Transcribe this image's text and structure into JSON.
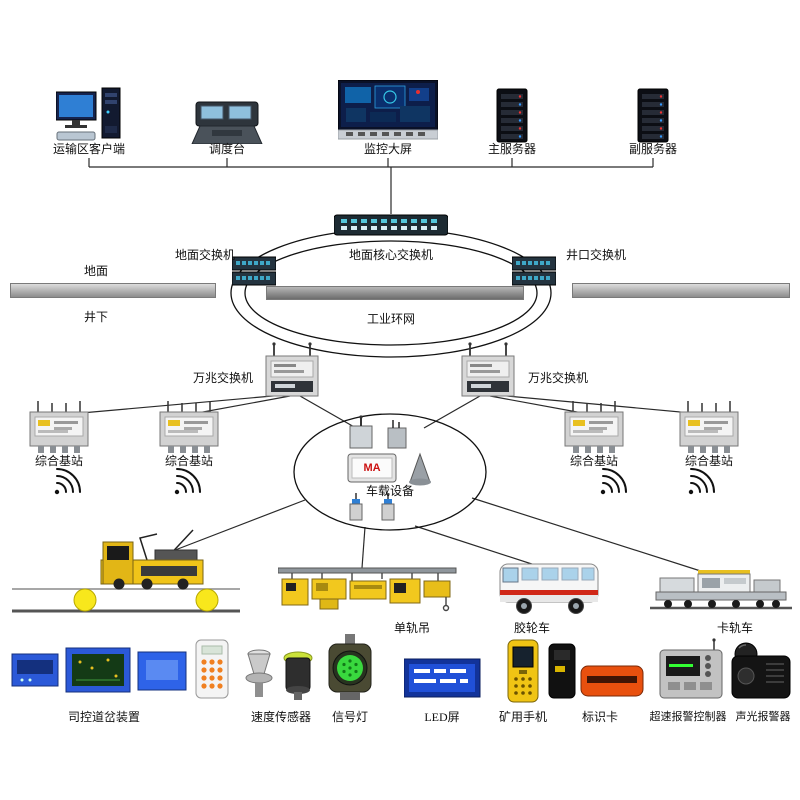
{
  "labels": {
    "client": "运输区客户端",
    "dispatch": "调度台",
    "big_screen": "监控大屏",
    "main_server": "主服务器",
    "backup_server": "副服务器",
    "ground_switch": "地面交换机",
    "core_switch": "地面核心交换机",
    "shaft_switch": "井口交换机",
    "surface": "地面",
    "underground": "井下",
    "industrial_ring": "工业环网",
    "tengig_switch_left": "万兆交换机",
    "tengig_switch_right": "万兆交换机",
    "base_station_1": "综合基站",
    "base_station_2": "综合基站",
    "base_station_3": "综合基站",
    "base_station_4": "综合基站",
    "onboard_equipment": "车载设备",
    "monorail_crane": "单轨吊",
    "rubber_tyred_vehicle": "胶轮车",
    "rail_clamp_vehicle": "卡轨车",
    "switch_control_device": "司控道岔装置",
    "speed_sensor": "速度传感器",
    "signal_light": "信号灯",
    "led_screen": "LED屏",
    "mine_phone": "矿用手机",
    "id_card": "标识卡",
    "overspeed_alarm_controller": "超速报警控制器",
    "sound_light_alarm": "声光报警器",
    "ma_mark": "MA"
  },
  "colors": {
    "vehicle_yellow": "#f2c81e",
    "led_blue": "#2050d8",
    "card_orange": "#e8500e",
    "wire": "#2a2a2a"
  }
}
